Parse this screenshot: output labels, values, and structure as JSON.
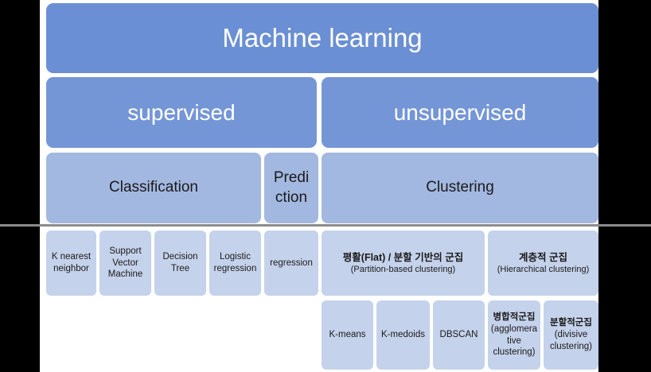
{
  "diagram": {
    "title": "Machine learning",
    "levels": {
      "root": {
        "label": "Machine learning"
      },
      "paradigms": [
        {
          "label": "supervised"
        },
        {
          "label": "unsupervised"
        }
      ],
      "tasks": [
        {
          "label": "Classification"
        },
        {
          "label": "Predi\nction",
          "line1": "Predi",
          "line2": "ction"
        },
        {
          "label": "Clustering"
        }
      ],
      "classification_methods": [
        {
          "label": "K nearest neighbor",
          "line1": "K nearest",
          "line2": "neighbor"
        },
        {
          "label": "Support Vector Machine",
          "line1": "Support",
          "line2": "Vector",
          "line3": "Machine"
        },
        {
          "label": "Decision Tree",
          "line1": "Decision",
          "line2": "Tree"
        },
        {
          "label": "Logistic regression",
          "line1": "Logistic",
          "line2": "regression"
        }
      ],
      "prediction_methods": [
        {
          "label": "regression"
        }
      ],
      "clustering_types": [
        {
          "kr": "평활(Flat) / 분할 기반의 군집",
          "en": "(Partition-based  clustering)"
        },
        {
          "kr": "계층적 군집",
          "en": "(Hierarchical  clustering)"
        }
      ],
      "clustering_algorithms": [
        {
          "label": "K-means"
        },
        {
          "label": "K-medoids"
        },
        {
          "label": "DBSCAN"
        },
        {
          "kr": "병합적군집",
          "en": "(agglomera tive clustering)",
          "en1": "(agglomera",
          "en2": "tive",
          "en3": "clustering)"
        },
        {
          "kr": "분할적군집",
          "en": "(divisive clustering)",
          "en1": "(divisive",
          "en2": "clustering)"
        }
      ]
    },
    "colors": {
      "level1": "#6b8fd4",
      "level2": "#7496d6",
      "level3": "#a3b8e0",
      "level4": "#c5d2eb",
      "divider": "#8c8c8c",
      "background": "#000000",
      "plate": "#ffffff"
    }
  }
}
